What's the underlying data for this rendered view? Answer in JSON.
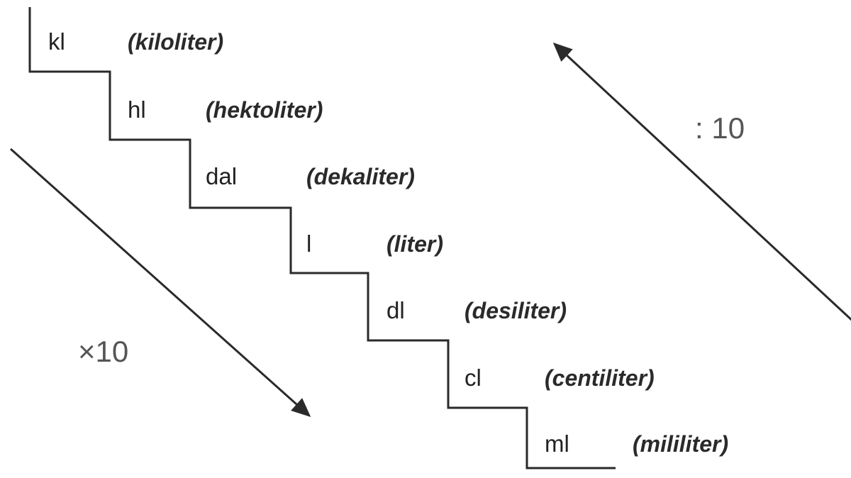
{
  "units": [
    {
      "abbr": "kl",
      "name": "(kiloliter)"
    },
    {
      "abbr": "hl",
      "name": "(hektoliter)"
    },
    {
      "abbr": "dal",
      "name": "(dekaliter)"
    },
    {
      "abbr": "l",
      "name": "(liter)"
    },
    {
      "abbr": "dl",
      "name": "(desiliter)"
    },
    {
      "abbr": "cl",
      "name": "(centiliter)"
    },
    {
      "abbr": "ml",
      "name": "(mililiter)"
    }
  ],
  "arrows": {
    "down_label": "×10",
    "up_label": ": 10"
  },
  "colors": {
    "line": "#2a2a2a",
    "text": "#222222",
    "operator": "#555555"
  }
}
